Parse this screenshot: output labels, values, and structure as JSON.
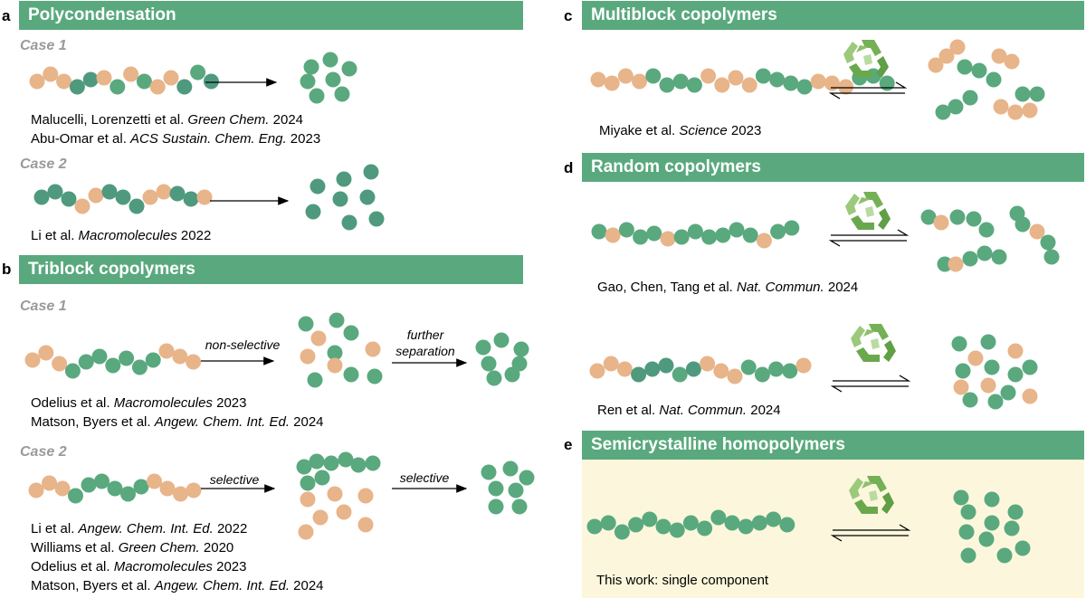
{
  "colors": {
    "green": "#5aa97e",
    "dark_green": "#4f9a7f",
    "orange": "#e8b48a",
    "banner": "#5aa97e",
    "highlight_bg": "#fcf7dc",
    "case_gray": "#9a9a9a"
  },
  "panels": {
    "a": {
      "letter": "a",
      "title": "Polycondensation",
      "case1": {
        "label": "Case 1",
        "refs": [
          {
            "authors": "Malucelli, Lorenzetti et al. ",
            "journal": "Green Chem.",
            "year": " 2024"
          },
          {
            "authors": "Abu-Omar et al. ",
            "journal": "ACS Sustain. Chem. Eng.",
            "year": " 2023"
          }
        ]
      },
      "case2": {
        "label": "Case 2",
        "refs": [
          {
            "authors": "Li et al. ",
            "journal": "Macromolecules",
            "year": " 2022"
          }
        ]
      }
    },
    "b": {
      "letter": "b",
      "title": "Triblock copolymers",
      "case1": {
        "label": "Case 1",
        "arrow1": "non-selective",
        "arrow2_line1": "further",
        "arrow2_line2": "separation",
        "refs": [
          {
            "authors": "Odelius et al. ",
            "journal": "Macromolecules",
            "year": " 2023"
          },
          {
            "authors": "Matson, Byers et al. ",
            "journal": "Angew. Chem. Int. Ed.",
            "year": " 2024"
          }
        ]
      },
      "case2": {
        "label": "Case 2",
        "arrow1": "selective",
        "arrow2": "selective",
        "refs": [
          {
            "authors": "Li et al. ",
            "journal": "Angew. Chem. Int. Ed.",
            "year": " 2022"
          },
          {
            "authors": "Williams et al. ",
            "journal": "Green Chem.",
            "year": " 2020"
          },
          {
            "authors": "Odelius et al. ",
            "journal": "Macromolecules",
            "year": " 2023"
          },
          {
            "authors": "Matson, Byers et al. ",
            "journal": "Angew. Chem. Int. Ed.",
            "year": " 2024"
          }
        ]
      }
    },
    "c": {
      "letter": "c",
      "title": "Multiblock copolymers",
      "refs": [
        {
          "authors": "Miyake et al. ",
          "journal": "Science",
          "year": " 2023"
        }
      ]
    },
    "d": {
      "letter": "d",
      "title": "Random copolymers",
      "refs1": [
        {
          "authors": "Gao, Chen, Tang et al. ",
          "journal": "Nat. Commun.",
          "year": " 2024"
        }
      ],
      "refs2": [
        {
          "authors": "Ren et al. ",
          "journal": "Nat. Commun.",
          "year": " 2024"
        }
      ]
    },
    "e": {
      "letter": "e",
      "title": "Semicrystalline homopolymers",
      "note": "This work: single component"
    }
  }
}
